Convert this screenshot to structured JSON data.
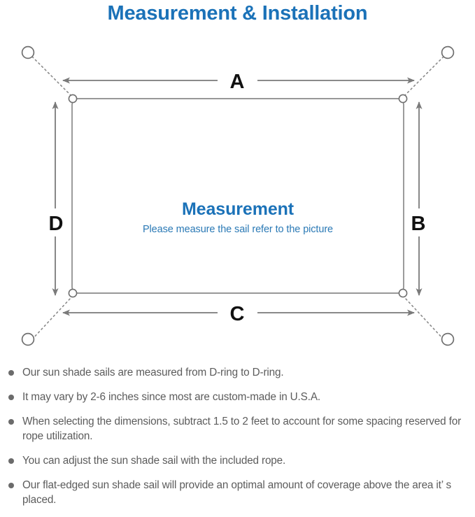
{
  "page": {
    "title": "Measurement & Installation",
    "title_color": "#1b72b8",
    "background_color": "#ffffff"
  },
  "diagram": {
    "name": "sun-shade-sail-measurement-diagram",
    "sail": {
      "center_title": "Measurement",
      "center_subtitle": "Please measure the sail refer to the picture",
      "title_color": "#1b72b8",
      "subtitle_color": "#2a79b5",
      "edge_color": "#7a7a7a"
    },
    "dimension_labels": [
      {
        "id": "A",
        "label": "A",
        "position": "top",
        "orientation": "horizontal"
      },
      {
        "id": "B",
        "label": "B",
        "position": "right",
        "orientation": "vertical"
      },
      {
        "id": "C",
        "label": "C",
        "position": "bottom",
        "orientation": "horizontal"
      },
      {
        "id": "D",
        "label": "D",
        "position": "left",
        "orientation": "vertical"
      }
    ],
    "anchor_rings": [
      {
        "id": "top-left",
        "label": "anchor-ring-top-left"
      },
      {
        "id": "top-right",
        "label": "anchor-ring-top-right"
      },
      {
        "id": "bottom-left",
        "label": "anchor-ring-bottom-left"
      },
      {
        "id": "bottom-right",
        "label": "anchor-ring-bottom-right"
      }
    ],
    "d_rings": [
      {
        "id": "top-left",
        "label": "d-ring-top-left"
      },
      {
        "id": "top-right",
        "label": "d-ring-top-right"
      },
      {
        "id": "bottom-left",
        "label": "d-ring-bottom-left"
      },
      {
        "id": "bottom-right",
        "label": "d-ring-bottom-right"
      }
    ],
    "arrow_color": "#7a7a7a",
    "rope_style": "dotted"
  },
  "notes": {
    "text_color": "#5c5c5c",
    "bullet_color": "#6b6b6b",
    "items": [
      "Our sun shade sails are measured from D-ring to D-ring.",
      "It may vary by 2-6 inches since most are custom-made in U.S.A.",
      "When selecting the dimensions, subtract 1.5 to 2 feet to account for some spacing reserved for rope utilization.",
      "You can adjust the sun shade sail with the included rope.",
      "Our flat-edged sun shade sail will provide an optimal amount of coverage above the area it’ s placed."
    ]
  }
}
